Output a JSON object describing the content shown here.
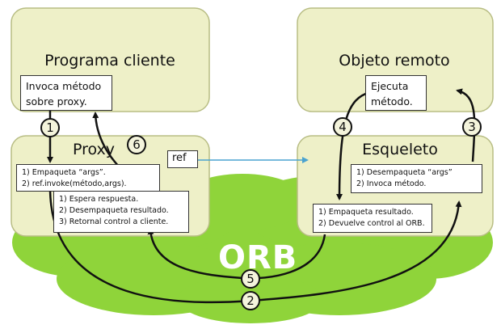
{
  "panels": {
    "client_title": "Programa cliente",
    "remote_title": "Objeto remoto",
    "proxy_title": "Proxy",
    "skeleton_title": "Esqueleto"
  },
  "boxes": {
    "client_call_line1": "Invoca método",
    "client_call_line2": "sobre proxy.",
    "remote_exec_line1": "Ejecuta",
    "remote_exec_line2": "método.",
    "ref_label": "ref"
  },
  "proxy_steps": [
    "1)  Empaqueta “args”.",
    "2)  ref.invoke(método,args)."
  ],
  "proxy_return_steps": [
    "1)  Espera respuesta.",
    "2)  Desempaqueta resultado.",
    "3)  Retornal control a cliente."
  ],
  "skeleton_steps": [
    "1)  Desempaqueta “args”",
    "2)  Invoca método."
  ],
  "skeleton_return_steps": [
    "1)  Empaqueta resultado.",
    "2)  Devuelve control al ORB."
  ],
  "badges": [
    "1",
    "2",
    "3",
    "4",
    "5",
    "6"
  ],
  "orb_label": "ORB",
  "colors": {
    "panel_fill": "#eef0c8",
    "panel_border": "#b8bd84",
    "cloud_fill": "#8fd43a",
    "arrow": "#111111",
    "ref_arrow": "#4aa3d0"
  }
}
